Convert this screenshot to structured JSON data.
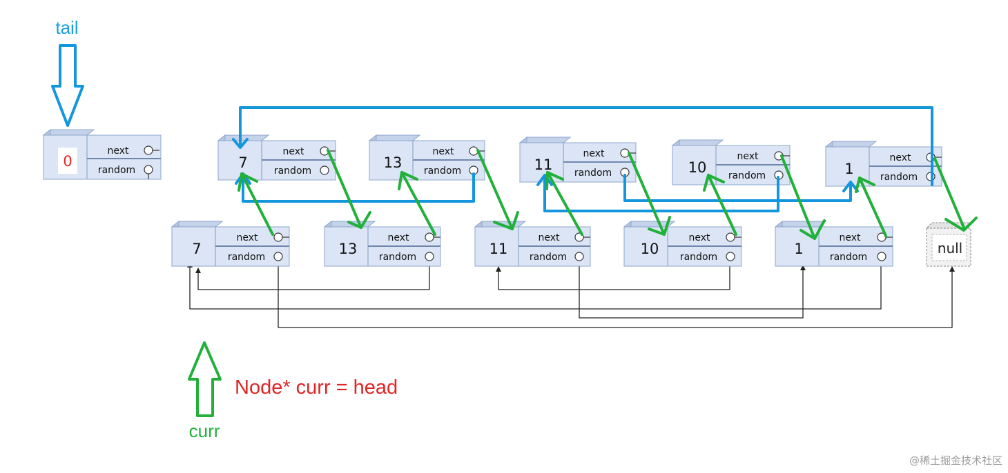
{
  "labels": {
    "tail": "tail",
    "curr": "curr",
    "code": "Node* curr = head",
    "watermark": "@稀土掘金技术社区"
  },
  "field_names": {
    "next": "next",
    "random": "random"
  },
  "dummy_node": {
    "value": "0",
    "value_color": "#e02424"
  },
  "copy_nodes": [
    {
      "value": "7"
    },
    {
      "value": "13"
    },
    {
      "value": "11"
    },
    {
      "value": "10"
    },
    {
      "value": "1"
    }
  ],
  "original_nodes": [
    {
      "value": "7"
    },
    {
      "value": "13"
    },
    {
      "value": "11"
    },
    {
      "value": "10"
    },
    {
      "value": "1"
    }
  ],
  "null_label": "null",
  "colors": {
    "tail_pointer": "#1496dc",
    "curr_pointer": "#21b03a",
    "copy_links": "#1496dc",
    "interleave_links": "#21b03a",
    "random_links": "#222222",
    "node_fill": "#dbe5f5"
  }
}
